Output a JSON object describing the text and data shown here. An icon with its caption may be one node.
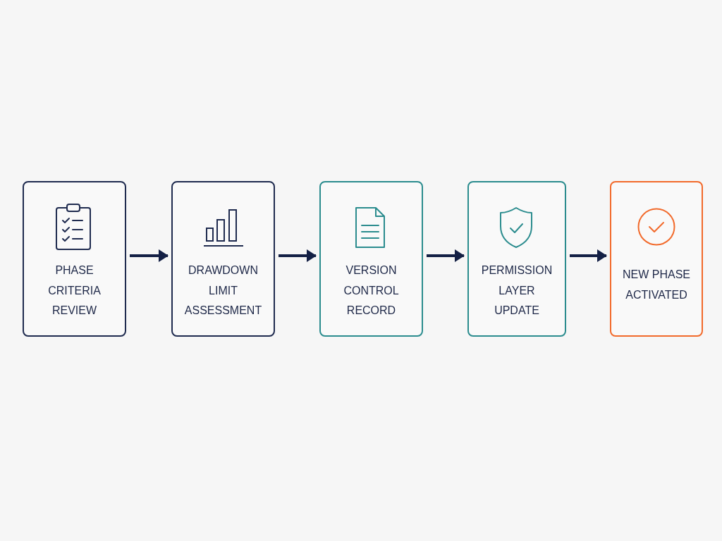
{
  "diagram": {
    "nodes": [
      {
        "text": [
          "PHASE CRITERIA REVIEW"
        ]
      },
      {
        "text": [
          "DRAWDOWN LIMIT ASSESSMENT"
        ]
      },
      {
        "text": [
          "VERSION CONTROL RECORD"
        ]
      },
      {
        "text": [
          "PERMISSION LAYER UPDATE"
        ]
      },
      {
        "text": [
          "NEW PHASE ACTIVATED"
        ]
      }
    ],
    "edges": [
      {
        "from": 0,
        "to": 1,
        "arrow": "to"
      },
      {
        "from": 1,
        "to": 2,
        "arrow": "to"
      },
      {
        "from": 2,
        "to": 3,
        "arrow": "to"
      },
      {
        "from": 3,
        "to": 4,
        "arrow": "to"
      }
    ]
  }
}
